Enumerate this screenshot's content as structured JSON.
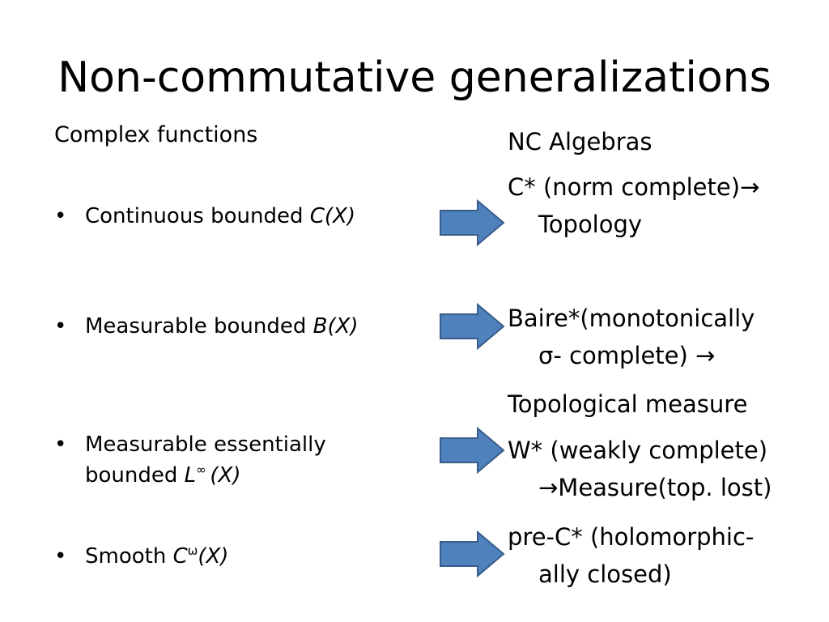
{
  "slide": {
    "title": "Non-commutative generalizations",
    "left_heading": "Complex functions",
    "bullet_char": "•",
    "bullets": [
      {
        "prefix": "Continuous  bounded ",
        "symbol": "C(X)"
      },
      {
        "prefix": "Measurable bounded  ",
        "symbol": "B(X)"
      },
      {
        "prefix": "Measurable essentially",
        "line2_prefix": "bounded ",
        "symbol_base": "L",
        "symbol_sup": "∞ ",
        "symbol_rest": "(X)"
      },
      {
        "prefix": "Smooth ",
        "symbol_base": "C",
        "symbol_sup": "ω",
        "symbol_rest": "(X)"
      }
    ],
    "right_heading": "NC Algebras",
    "right_items": [
      {
        "line1": "C* (norm complete)→",
        "line2": "Topology"
      },
      {
        "line1": "Baire*(monotonically",
        "line2": "σ- complete) →"
      },
      {
        "line1": "Topological measure"
      },
      {
        "line1": "W* (weakly complete)",
        "line2": "→Measure(top. lost)"
      },
      {
        "line1": "pre-C* (holomorphic-",
        "line2": "ally closed)"
      }
    ],
    "arrow_color": "#4f81bd",
    "arrow_stroke": "#385d8a"
  }
}
